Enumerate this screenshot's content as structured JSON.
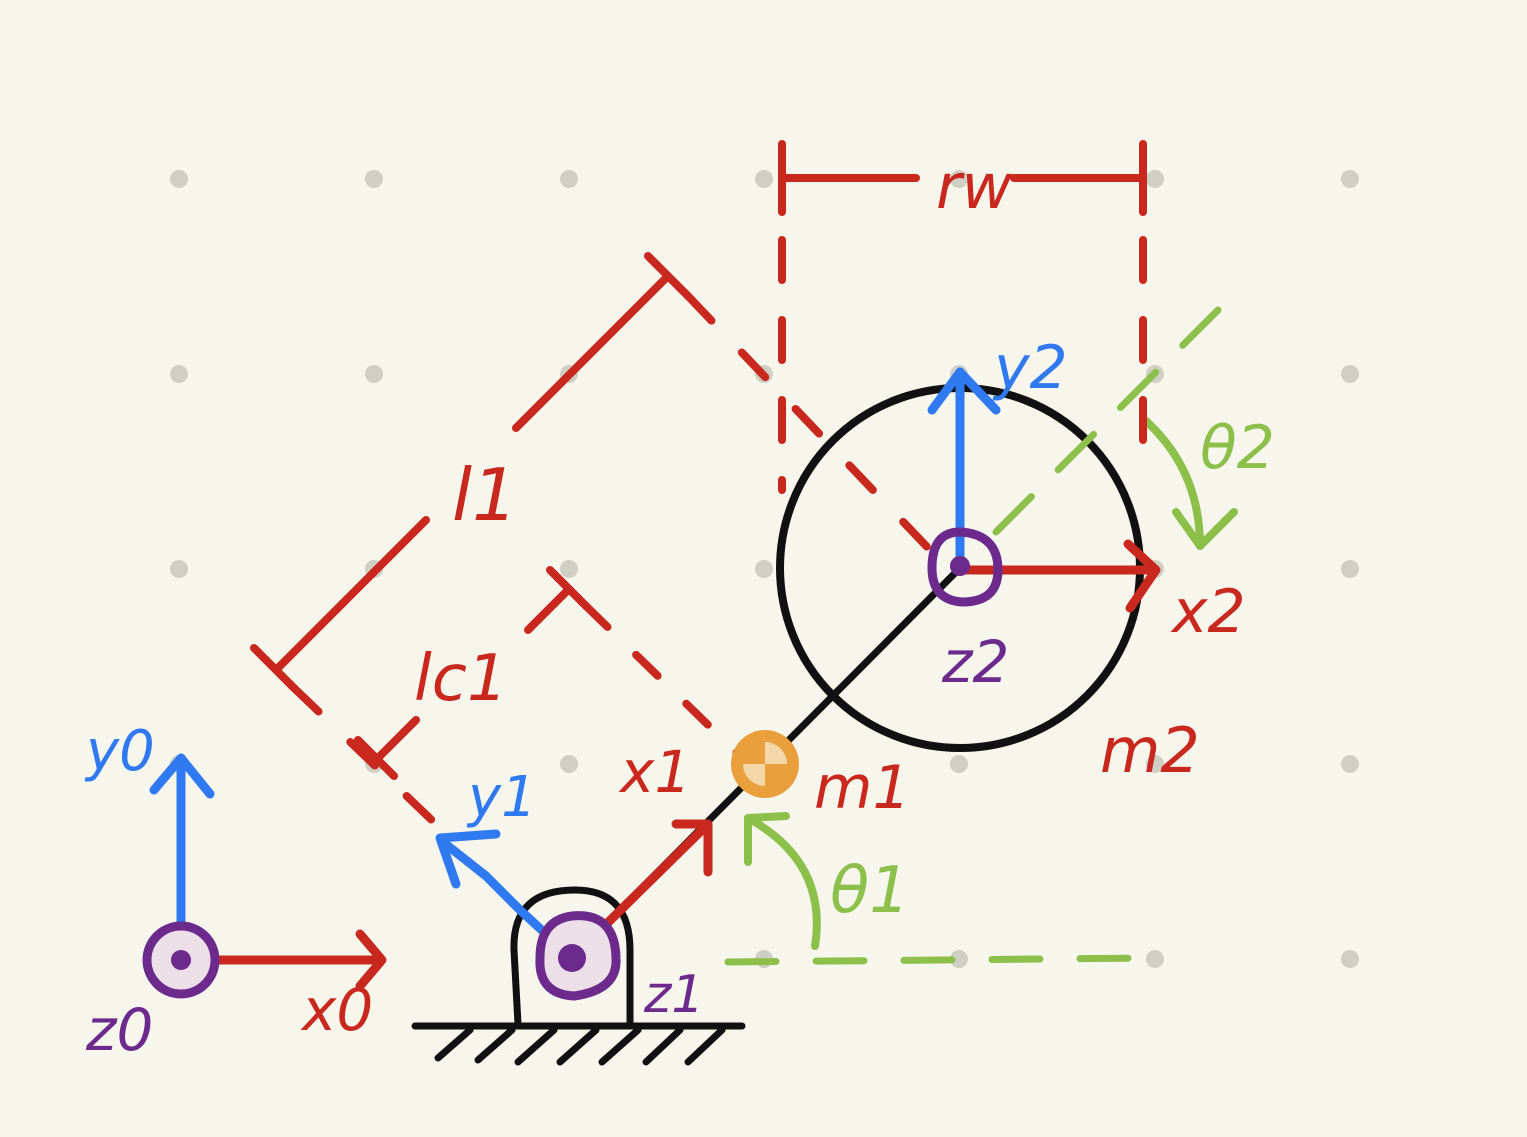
{
  "colors": {
    "background": "#f7f6ec",
    "grid_dot": "#cfcfc6",
    "red": "#c8281e",
    "blue": "#2f7af0",
    "purple": "#6b2a8c",
    "green": "#8cc04b",
    "orange": "#e9a03c",
    "black": "#111111"
  },
  "labels": {
    "rw": "rw",
    "l1": "l1",
    "lc1": "lc1",
    "y0": "y0",
    "x0": "x0",
    "z0": "z0",
    "y1": "y1",
    "x1": "x1",
    "z1": "z1",
    "y2": "y2",
    "x2": "x2",
    "z2": "z2",
    "m1": "m1",
    "m2": "m2",
    "theta1": "θ1",
    "theta2": "θ2"
  }
}
